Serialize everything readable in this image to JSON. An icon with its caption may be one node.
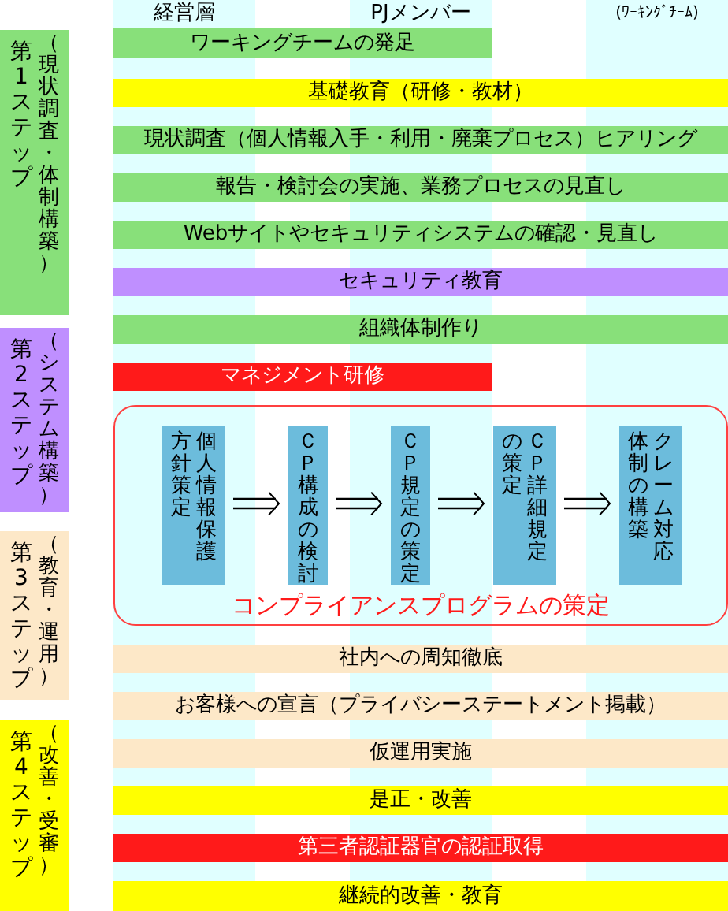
{
  "diagram": {
    "nodes": [
      {
        "text": [
          "第1ステップ",
          "（現状調査・体制構築）"
        ]
      },
      {
        "text": [
          "第2ステップ",
          "（システム構築）"
        ]
      },
      {
        "text": [
          "第3ステップ",
          "（教育・運用）"
        ]
      },
      {
        "text": [
          "第4ステップ",
          "（改善・受審）"
        ]
      },
      {
        "text": [
          "ワーキングチームの発足"
        ]
      },
      {
        "text": [
          "基礎教育（研修・教材）"
        ]
      },
      {
        "text": [
          "現状調査（個人情報入手・利用・廃棄プロセス）ヒアリング"
        ]
      },
      {
        "text": [
          "報告・検討会の実施、業務プロセスの見直し"
        ]
      },
      {
        "text": [
          "Webサイトやセキュリティシステムの確認・見直し"
        ]
      },
      {
        "text": [
          "セキュリティ教育"
        ]
      },
      {
        "text": [
          "組織体制作り"
        ]
      },
      {
        "text": [
          "マネジメント研修"
        ]
      },
      {
        "text": [
          "コンプライアンスプログラムの策定"
        ]
      },
      {
        "text": [
          "個人情報保護方針策定"
        ],
        "in": 12
      },
      {
        "text": [
          "ＣＰ構成の検討"
        ],
        "in": 12
      },
      {
        "text": [
          "ＣＰ規定の策定"
        ],
        "in": 12
      },
      {
        "text": [
          "ＣＰ詳細規定の策定"
        ],
        "in": 12
      },
      {
        "text": [
          "クレーム対応体制の構築"
        ],
        "in": 12
      },
      {
        "text": [
          "社内への周知徹底"
        ]
      },
      {
        "text": [
          "お客様への宣言（プライバシーステートメント掲載）"
        ]
      },
      {
        "text": [
          "仮運用実施"
        ]
      },
      {
        "text": [
          "是正・改善"
        ]
      },
      {
        "text": [
          "第三者認証器官の認証取得"
        ]
      },
      {
        "text": [
          "継続的改善・教育"
        ]
      }
    ],
    "edges": [
      {
        "from": 13,
        "to": 14,
        "arrow": "to"
      },
      {
        "from": 14,
        "to": 15,
        "arrow": "to"
      },
      {
        "from": 15,
        "to": 16,
        "arrow": "to"
      },
      {
        "from": 16,
        "to": 17,
        "arrow": "to"
      }
    ],
    "labels": [
      "経営層",
      "PJメンバー",
      "(ﾜｰｷﾝｸﾞﾁｰﾑ)"
    ]
  }
}
